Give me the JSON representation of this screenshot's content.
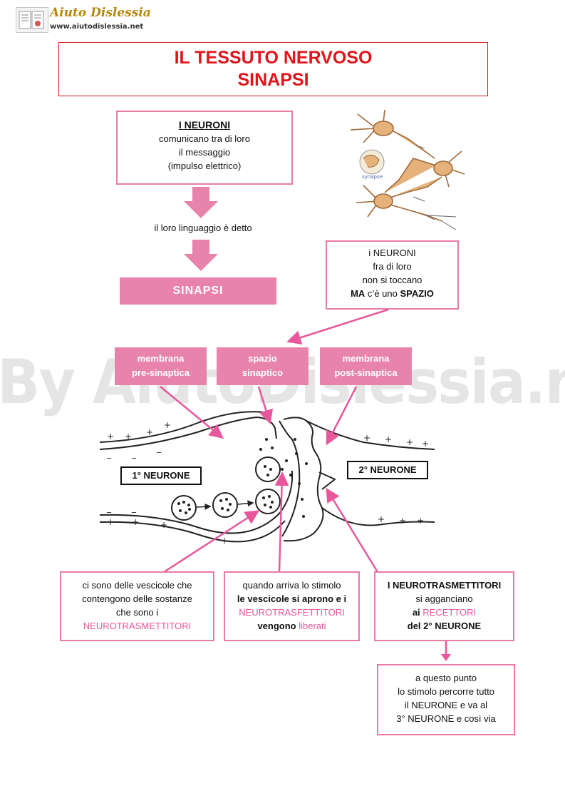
{
  "logo": {
    "name": "Aiuto Dislessia",
    "url": "www.aiutodislessia.net"
  },
  "title": {
    "line1": "IL TESSUTO NERVOSO",
    "line2": "SINAPSI"
  },
  "neuroni_box": {
    "heading": "I NEURONI",
    "line1": "comunicano tra di loro",
    "line2": "il messaggio",
    "line3": "(impulso elettrico)"
  },
  "linguaggio_text": "il loro linguaggio è detto",
  "sinapsi_label": "SINAPSI",
  "image_caption": "synapse",
  "spazio_box": {
    "line1": "i NEURONI",
    "line2": "fra di loro",
    "line3": "non si toccano",
    "ma": "MA",
    "mid": " c’è uno ",
    "spazio": "SPAZIO"
  },
  "labels": {
    "pre": {
      "line1": "membrana",
      "line2": "pre-sinaptica"
    },
    "spazio": {
      "line1": "spazio",
      "line2": "sinaptico"
    },
    "post": {
      "line1": "membrana",
      "line2": "post-sinaptica"
    }
  },
  "neuron1": "1° NEURONE",
  "neuron2": "2° NEURONE",
  "watermark": "By AiutoDislessia.net",
  "box_vescicole": {
    "line1": "ci sono delle vescicole che",
    "line2": "contengono delle sostanze",
    "line3": "che sono i",
    "line4": "NEUROTRASMETTITORI"
  },
  "box_stimolo": {
    "line1": "quando arriva lo stimolo",
    "line2": "le vescicole si aprono e i",
    "line3": "NEUROTRASFETTITORI",
    "line4a": "vengono ",
    "line4b": "liberati"
  },
  "box_recettori": {
    "line1": "I NEUROTRASMETTITORI",
    "line2": "si agganciano",
    "line3a": "ai ",
    "line3b": "RECETTORI",
    "line4": "del 2° NEURONE"
  },
  "box_finale": {
    "line1": "a questo punto",
    "line2": "lo stimolo percorre tutto",
    "line3": "il NEURONE e va al",
    "line4": "3° NEURONE e così via"
  },
  "colors": {
    "title_red": "#e0141b",
    "accent_pink": "#e883ab",
    "text_pink": "#e8579b"
  }
}
